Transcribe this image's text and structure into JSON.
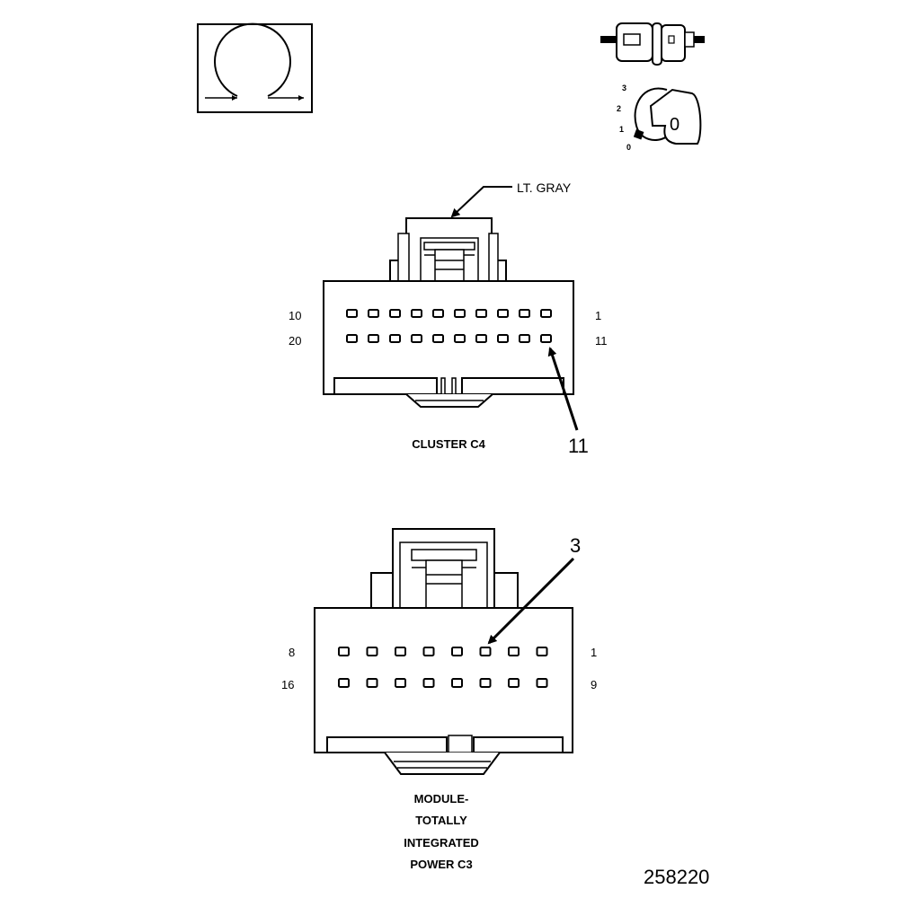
{
  "legend": {
    "key_positions": [
      "3",
      "2",
      "1",
      "0"
    ],
    "key_glyph": "0"
  },
  "cluster_c4": {
    "color_callout": "LT. GRAY",
    "row_labels": {
      "row1_left": "10",
      "row1_right": "1",
      "row2_left": "20",
      "row2_right": "11"
    },
    "pin_callout": "11",
    "caption": "CLUSTER C4"
  },
  "tipm_c3": {
    "row_labels": {
      "row1_left": "8",
      "row1_right": "1",
      "row2_left": "16",
      "row2_right": "9"
    },
    "pin_callout": "3",
    "caption_lines": [
      "MODULE-",
      "TOTALLY",
      "INTEGRATED",
      "POWER C3"
    ]
  },
  "document_number": "258220",
  "colors": {
    "line": "#000000",
    "background": "#ffffff"
  }
}
